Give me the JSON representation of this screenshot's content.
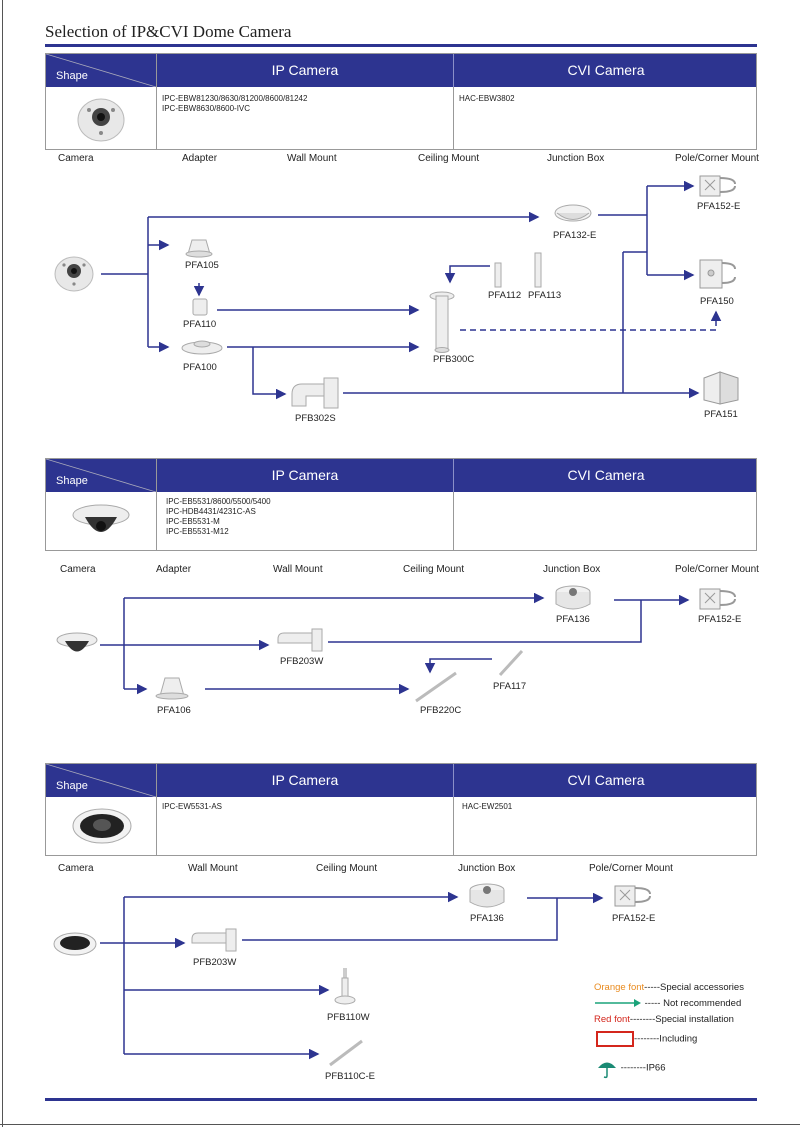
{
  "page": {
    "title": "Selection of IP&CVI Dome Camera"
  },
  "colors": {
    "header_blue": "#2d3490",
    "line_blue": "#2d3490",
    "orange": "#e98b1f",
    "green": "#1aa37a",
    "red": "#d4261c"
  },
  "tables": [
    {
      "shape_label": "Shape",
      "ip_label": "IP Camera",
      "cvi_label": "CVI Camera",
      "ip_models": "IPC-EBW81230/8630/81200/8600/81242\nIPC-EBW8630/8600-IVC",
      "cvi_models": "HAC-EBW3802"
    },
    {
      "shape_label": "Shape",
      "ip_label": "IP Camera",
      "cvi_label": "CVI Camera",
      "ip_models": "IPC-EB5531/8600/5500/5400\nIPC-HDB4431/4231C-AS\nIPC-EB5531-M\nIPC-EB5531-M12",
      "cvi_models": ""
    },
    {
      "shape_label": "Shape",
      "ip_label": "IP Camera",
      "cvi_label": "CVI Camera",
      "ip_models": "IPC-EW5531-AS",
      "cvi_models": "HAC-EW2501"
    }
  ],
  "sections": [
    {
      "categories": [
        "Camera",
        "Adapter",
        "Wall Mount",
        "Ceiling Mount",
        "Junction Box",
        "Pole/Corner Mount"
      ],
      "products": [
        "PFA132-E",
        "PFA152-E",
        "PFA105",
        "PFA150",
        "PFA112",
        "PFA113",
        "PFA110",
        "PFA100",
        "PFB300C",
        "PFB302S",
        "PFA151"
      ]
    },
    {
      "categories": [
        "Camera",
        "Adapter",
        "Wall Mount",
        "Ceiling Mount",
        "Junction Box",
        "Pole/Corner Mount"
      ],
      "products": [
        "PFA136",
        "PFA152-E",
        "PFB203W",
        "PFA117",
        "PFA106",
        "PFB220C"
      ]
    },
    {
      "categories": [
        "Camera",
        "Wall Mount",
        "Ceiling Mount",
        "Junction Box",
        "Pole/Corner Mount"
      ],
      "products": [
        "PFA136",
        "PFA152-E",
        "PFB203W",
        "PFB110W",
        "PFB110C-E"
      ]
    }
  ],
  "legend": {
    "orange_font": "Orange font",
    "orange_desc": "-----Special accessories",
    "not_recommended": "----- Not recommended",
    "red_font": "Red font",
    "red_desc": "--------Special installation",
    "including": "--------Including",
    "ip66": "--------IP66"
  }
}
